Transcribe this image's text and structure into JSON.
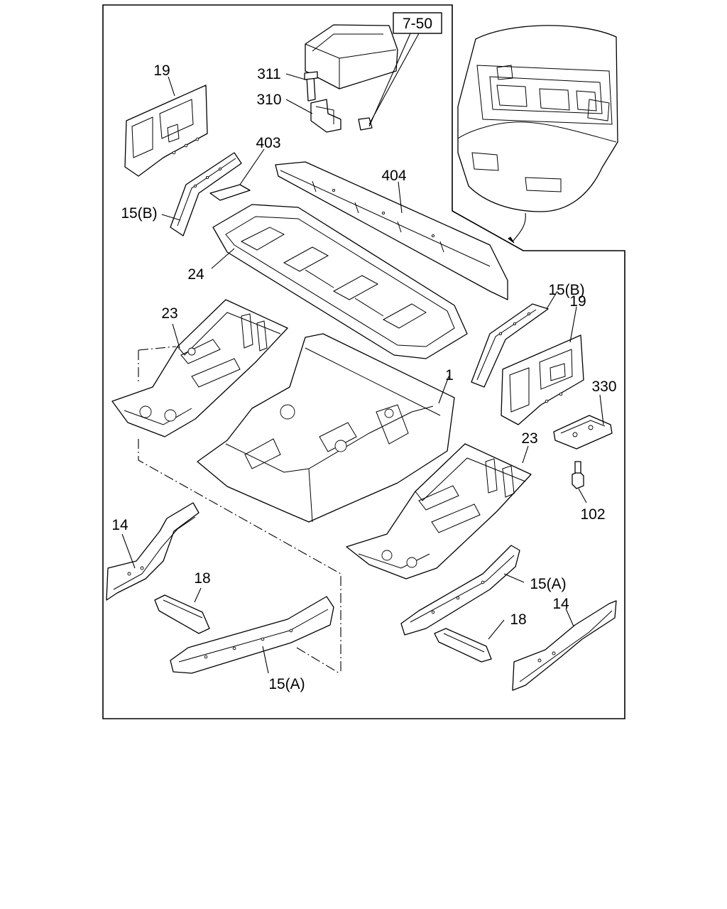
{
  "reference_box": "7-50",
  "callouts": {
    "p19_top": "19",
    "p311": "311",
    "p310": "310",
    "p403": "403",
    "p404": "404",
    "p15b_left": "15(B)",
    "p24": "24",
    "p23_left": "23",
    "p1": "1",
    "p15b_right": "15(B)",
    "p19_right": "19",
    "p330": "330",
    "p23_right": "23",
    "p102": "102",
    "p14_left": "14",
    "p18_left": "18",
    "p15a_left": "15(A)",
    "p15a_right": "15(A)",
    "p18_right": "18",
    "p14_right": "14"
  }
}
